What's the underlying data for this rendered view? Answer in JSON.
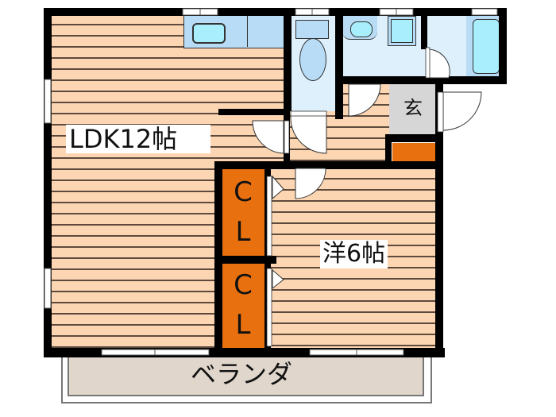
{
  "floorplan": {
    "rooms": {
      "ldk": {
        "label": "LDK12帖"
      },
      "western": {
        "label": "洋6帖"
      },
      "entrance": {
        "label": "玄"
      },
      "balcony": {
        "label": "ベランダ"
      },
      "closet_upper": {
        "label_line1": "C",
        "label_line2": "L"
      },
      "closet_lower": {
        "label_line1": "C",
        "label_line2": "L"
      }
    },
    "fixtures": [
      "kitchen-sink",
      "kitchen-counter",
      "toilet",
      "washbasin",
      "washing-machine",
      "bathtub",
      "shoe-cabinet"
    ],
    "colors": {
      "wall": "#000000",
      "floor": "#fcd6b3",
      "floor_line": "#5e4a3c",
      "wet_area": "#ddf0fc",
      "fixture_blue": "#b8dcf6",
      "fixture_cyan": "#a8eefc",
      "closet": "#e8700f",
      "entrance": "#d6d6d6",
      "balcony": "#e0d6cc"
    }
  }
}
